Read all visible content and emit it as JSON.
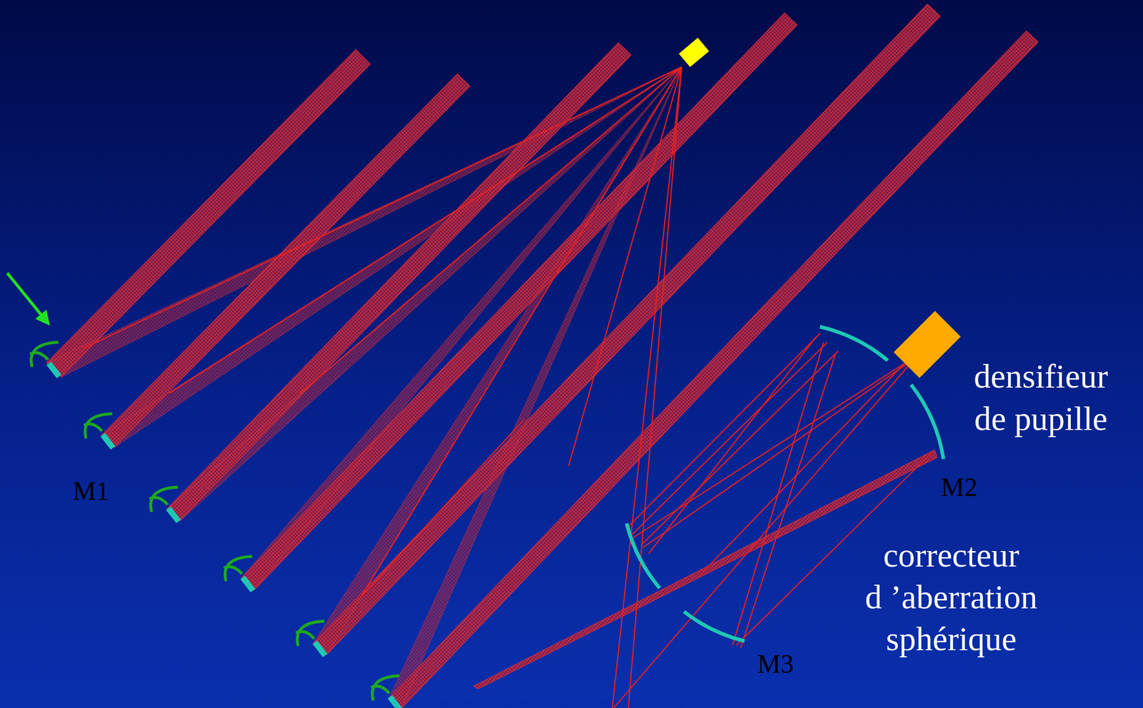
{
  "diagram": {
    "labels": [
      "M1",
      "densifieur de pupille",
      "M2",
      "correcteur d ’aberration sphérique",
      "M3"
    ]
  }
}
